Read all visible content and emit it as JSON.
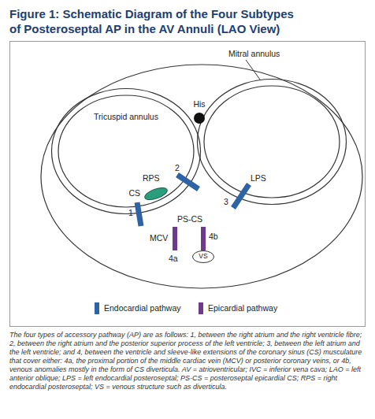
{
  "diagram": {
    "title": "Figure 1: Schematic Diagram of the Four Subtypes of Posteroseptal AP in the AV Annuli (LAO View)",
    "caption": "The four types of accessory pathway (AP) are as follows: 1, between the right atrium and the right ventricle fibre; 2, between the right atrium and the posterior superior process of the left ventricle; 3, between the left atrium and the left ventricle; and 4, between the ventricle and sleeve-like extensions of the coronary sinus (CS) musculature that cover either: 4a, the proximal portion of the middle cardiac vein (MCV) or posterior coronary veins, or 4b, venous anomalies mostly in the form of CS diverticula. AV = atrioventricular; IVC = inferior vena cava; LAO = left anterior oblique; LPS = left endocardial posteroseptal; PS-CS = posteroseptal epicardial CS; RPS = right endocardial posteroseptal; VS = venous structure such as diverticula.",
    "nodes": [
      {
        "text": [
          "Tricuspid annulus"
        ]
      },
      {
        "text": [
          "Mitral annulus"
        ]
      },
      {
        "text": [
          "His"
        ]
      },
      {
        "text": [
          "CS"
        ]
      },
      {
        "text": [
          "VS"
        ]
      }
    ],
    "labels": [
      "1",
      "2",
      "3",
      "RPS",
      "LPS",
      "PS-CS",
      "MCV",
      "4a",
      "4b"
    ],
    "legend": [
      {
        "text": "Endocardial pathway",
        "color": "#2e64a6"
      },
      {
        "text": "Epicardial pathway",
        "color": "#6d3a8e"
      }
    ]
  }
}
